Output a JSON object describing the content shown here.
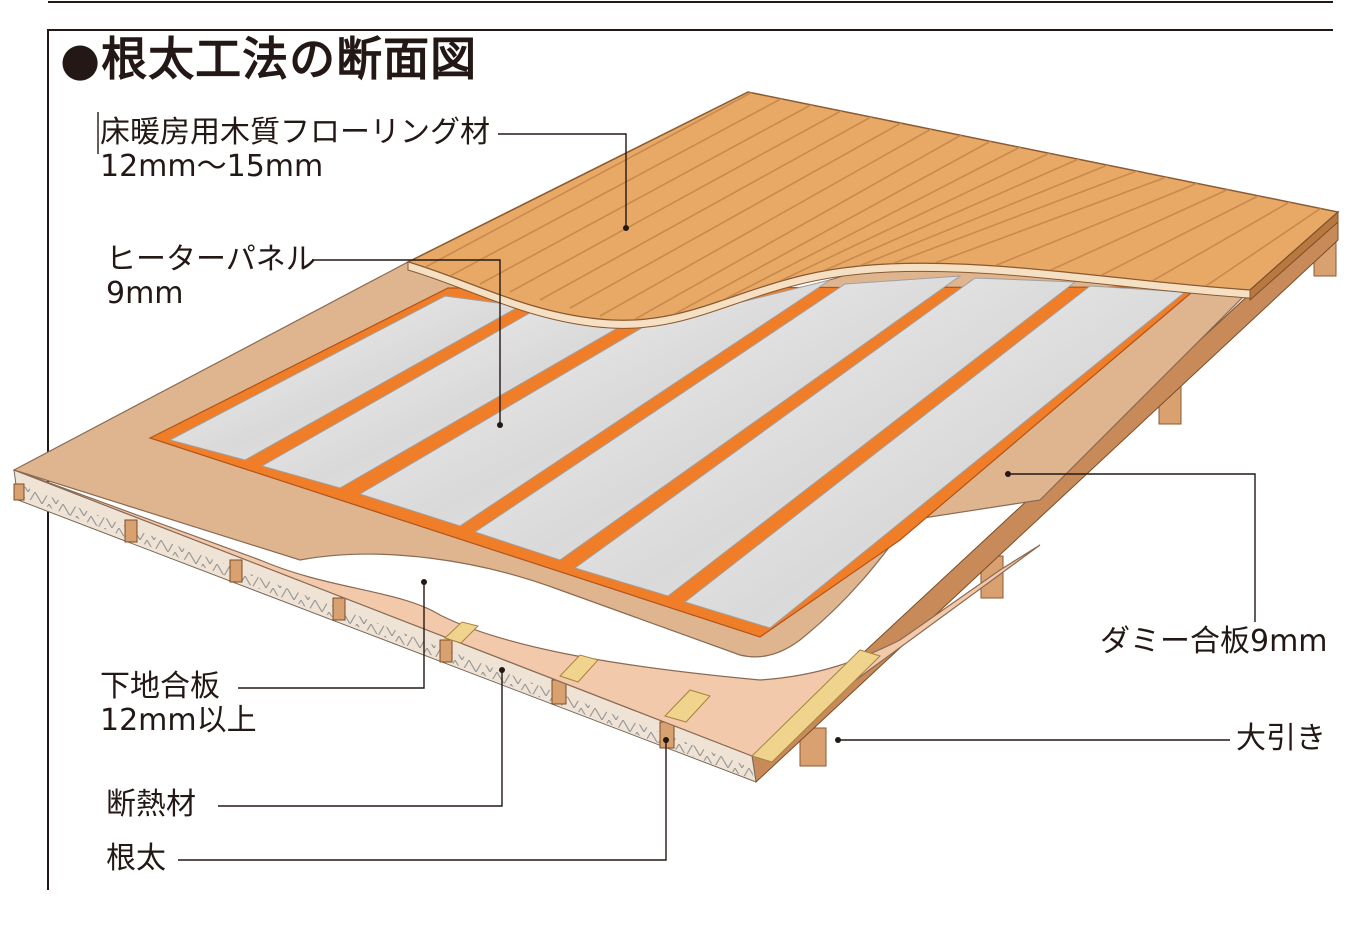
{
  "title": "●根太工法の断面図",
  "labels": {
    "flooring": {
      "line1": "床暖房用木質フローリング材",
      "line2": "12mm〜15mm"
    },
    "heater_panel": {
      "line1": "ヒーターパネル",
      "line2": "9mm"
    },
    "dummy_plywood": {
      "line1": "ダミー合板9mm"
    },
    "base_plywood": {
      "line1": "下地合板",
      "line2": "12mm以上"
    },
    "girder": {
      "line1": "大引き"
    },
    "insulation": {
      "line1": "断熱材"
    },
    "joist": {
      "line1": "根太"
    }
  },
  "colors": {
    "flooring": "#e8a866",
    "flooring_stripe": "#c98a4e",
    "subfloor": "#deb58e",
    "heater_orange": "#f07d28",
    "heater_panel": "#e6e6e6",
    "base_plywood": "#f3c9ac",
    "insulation": "#f6e6dc",
    "joist": "#eccc8a",
    "leader": "#231815"
  }
}
